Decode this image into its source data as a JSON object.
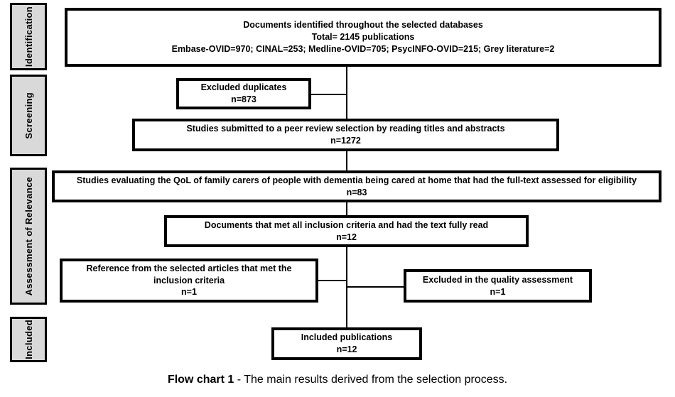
{
  "chart_data": {
    "type": "diagram",
    "title": "Flow chart 1 - The main results derived from the selection process.",
    "diagram_kind": "prisma-flow-chart",
    "stages": [
      "Identification",
      "Screening",
      "Assessment of Relevance",
      "Included"
    ],
    "nodes": [
      {
        "id": "identified",
        "stage": "Identification",
        "lines": [
          "Documents identified throughout the selected databases",
          "Total= 2145 publications",
          "Embase-OVID=970; CINAL=253; Medline-OVID=705; PsycINFO-OVID=215; Grey literature=2"
        ],
        "n": 2145
      },
      {
        "id": "duplicates",
        "stage": "Screening",
        "lines": [
          "Excluded duplicates",
          "n=873"
        ],
        "n": 873
      },
      {
        "id": "peer-review",
        "stage": "Screening",
        "lines": [
          "Studies submitted to a peer review selection by reading titles and abstracts",
          "n=1272"
        ],
        "n": 1272
      },
      {
        "id": "full-text",
        "stage": "Assessment of Relevance",
        "lines": [
          "Studies evaluating the QoL of family carers of people with dementia being cared at home that had the full-text assessed for eligibility",
          "n=83"
        ],
        "n": 83
      },
      {
        "id": "inclusion-criteria",
        "stage": "Assessment of Relevance",
        "lines": [
          "Documents that met all inclusion criteria and had the text fully read",
          "n=12"
        ],
        "n": 12
      },
      {
        "id": "reference-selected",
        "stage": "Assessment of Relevance",
        "lines": [
          "Reference from the selected articles that met the",
          "inclusion criteria",
          "n=1"
        ],
        "n": 1
      },
      {
        "id": "excluded-quality",
        "stage": "Assessment of Relevance",
        "lines": [
          "Excluded in the quality assessment",
          "n=1"
        ],
        "n": 1
      },
      {
        "id": "included-publications",
        "stage": "Included",
        "lines": [
          "Included publications",
          "n=12"
        ],
        "n": 12
      }
    ],
    "colors": {
      "stage_fill": "#d9d9d9",
      "box_fill": "#ffffff",
      "line": "#000000",
      "text": "#000000"
    }
  },
  "stages": {
    "identification": "Identification",
    "screening": "Screening",
    "assessment": "Assessment of Relevance",
    "included": "Included"
  },
  "boxes": {
    "identified": {
      "line1": "Documents identified throughout the selected databases",
      "line2": "Total= 2145 publications",
      "line3": "Embase-OVID=970; CINAL=253; Medline-OVID=705; PsycINFO-OVID=215; Grey literature=2"
    },
    "duplicates": {
      "line1": "Excluded duplicates",
      "line2": "n=873"
    },
    "peer_review": {
      "line1": "Studies submitted to a peer review selection by reading titles and abstracts",
      "line2": "n=1272"
    },
    "full_text": {
      "line1": "Studies evaluating the QoL of family carers of people with dementia being cared at home that had the full-text assessed for eligibility",
      "line2": "n=83"
    },
    "inclusion_criteria": {
      "line1": "Documents that met all inclusion criteria and had the text fully read",
      "line2": "n=12"
    },
    "reference_selected": {
      "line1": "Reference from the selected articles that met the",
      "line2": "inclusion criteria",
      "line3": "n=1"
    },
    "excluded_quality": {
      "line1": "Excluded in the quality assessment",
      "line2": "n=1"
    },
    "included_publications": {
      "line1": "Included publications",
      "line2": "n=12"
    }
  },
  "caption": {
    "strong": "Flow chart 1",
    "rest": " - The main results derived from the selection process."
  }
}
